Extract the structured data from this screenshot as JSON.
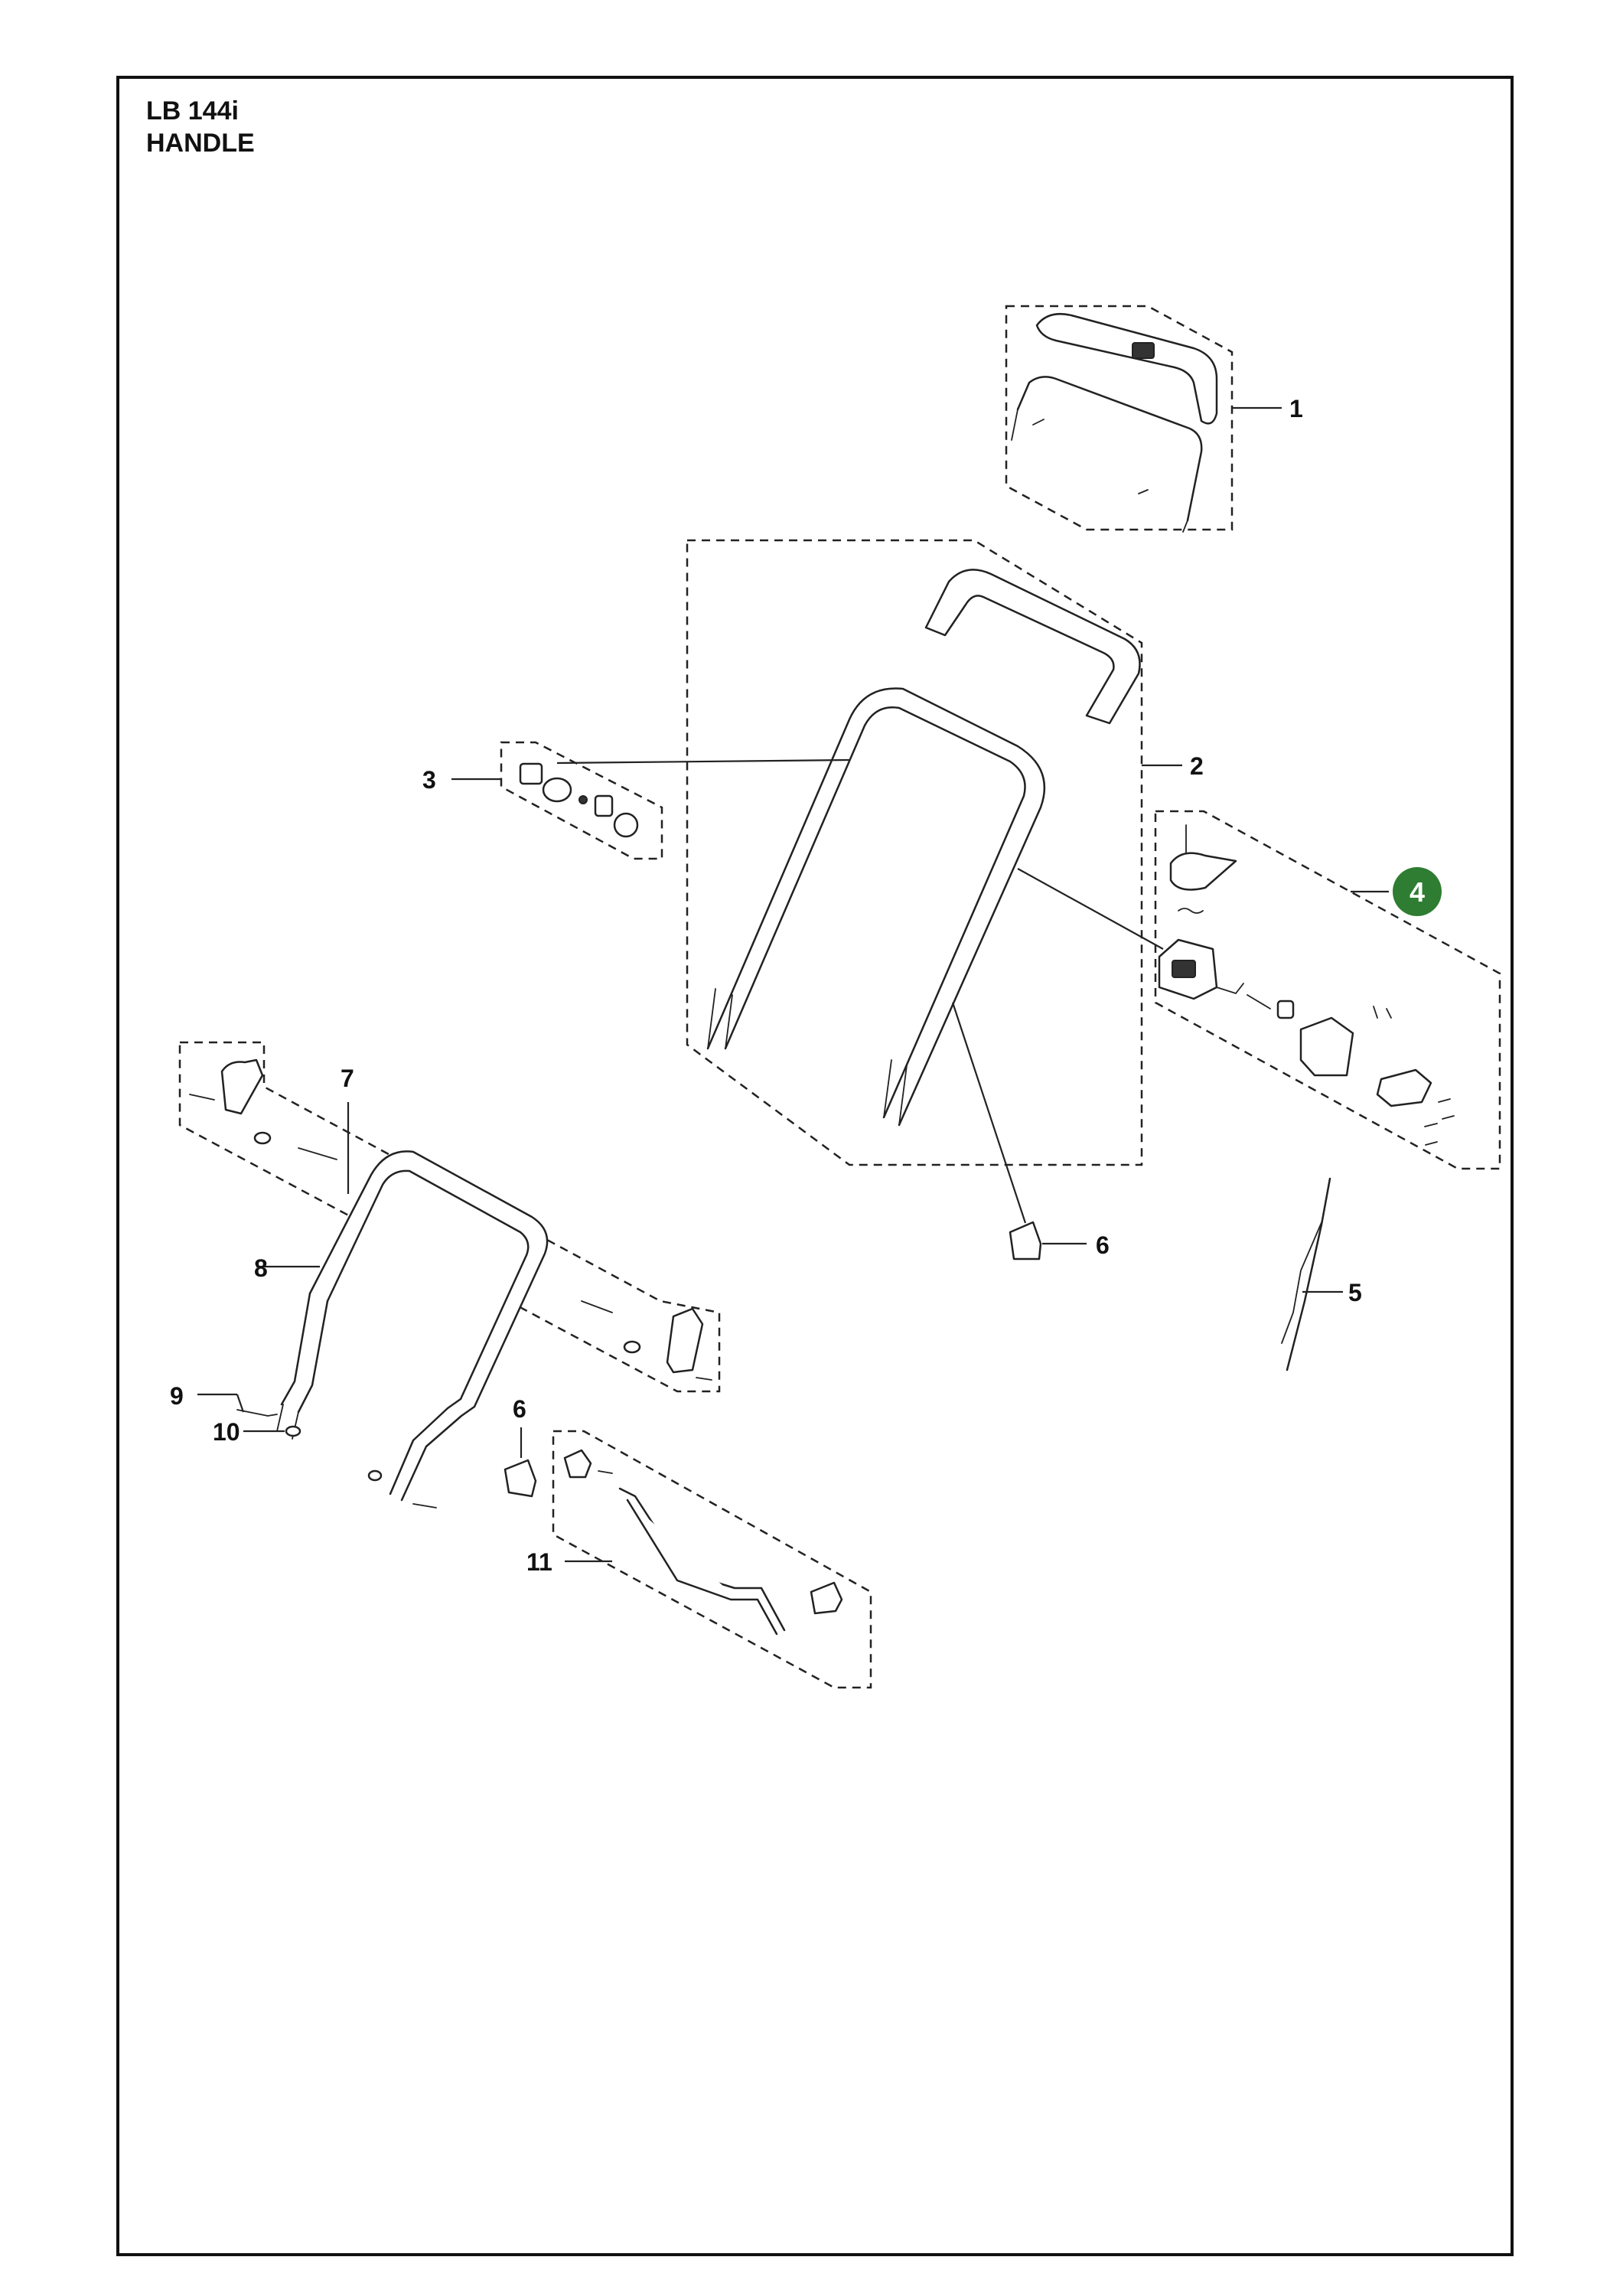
{
  "header": {
    "model": "LB 144i",
    "section": "HANDLE"
  },
  "highlight_color": "#2e7d32",
  "callouts": [
    {
      "id": "c1",
      "label": "1"
    },
    {
      "id": "c2",
      "label": "2"
    },
    {
      "id": "c3",
      "label": "3"
    },
    {
      "id": "c4",
      "label": "4",
      "highlighted": true
    },
    {
      "id": "c5",
      "label": "5"
    },
    {
      "id": "c6a",
      "label": "6"
    },
    {
      "id": "c6b",
      "label": "6"
    },
    {
      "id": "c7",
      "label": "7"
    },
    {
      "id": "c8",
      "label": "8"
    },
    {
      "id": "c9",
      "label": "9"
    },
    {
      "id": "c10",
      "label": "10"
    },
    {
      "id": "c11",
      "label": "11"
    }
  ]
}
